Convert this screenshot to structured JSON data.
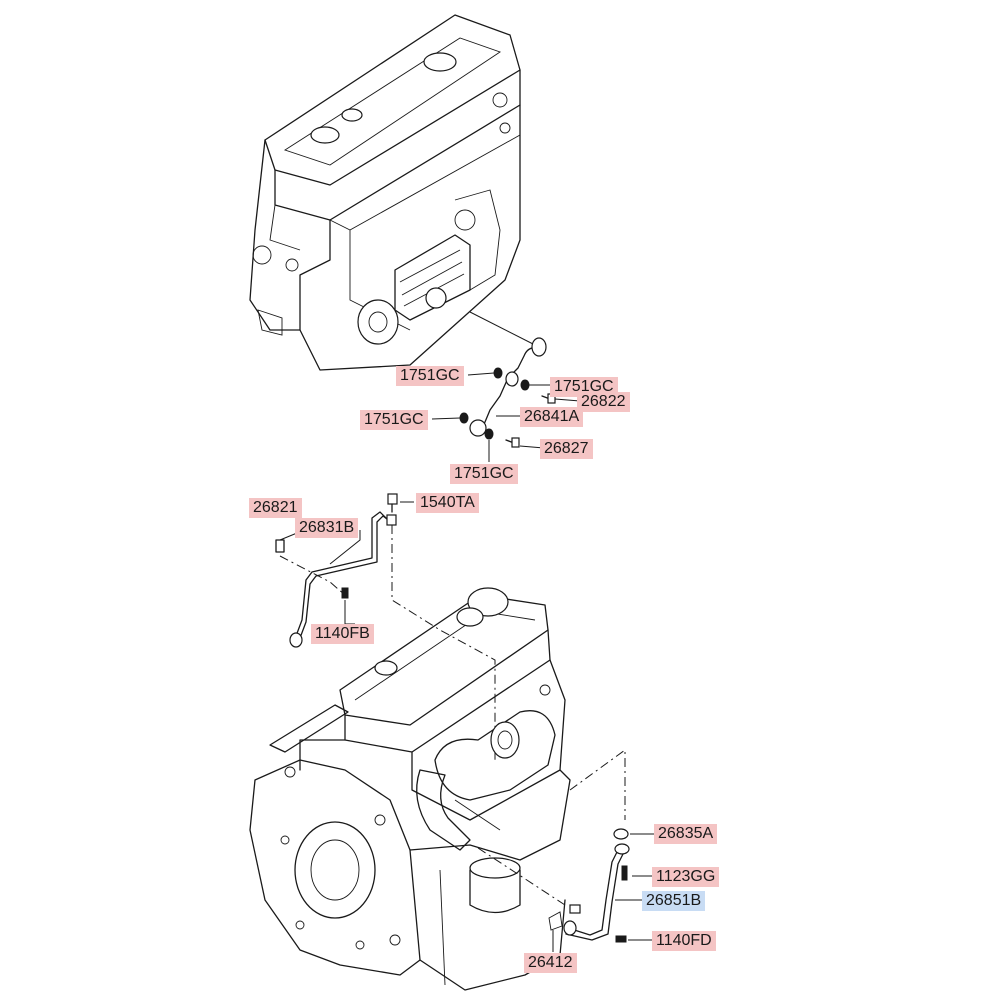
{
  "diagram": {
    "colors": {
      "label_highlight": "#f4c4c4",
      "label_selected": "#c8dcf4",
      "line": "#1a1a1a"
    },
    "upper_assembly": {
      "labels": {
        "gc_1": "1751GC",
        "gc_2": "1751GC",
        "part_26822": "26822",
        "gc_3": "1751GC",
        "part_26841a": "26841A",
        "part_26827": "26827",
        "gc_4": "1751GC"
      }
    },
    "lower_assembly": {
      "labels": {
        "part_26821": "26821",
        "part_1540ta": "1540TA",
        "part_26831b": "26831B",
        "part_1140fb": "1140FB",
        "part_26835a": "26835A",
        "part_1123gg": "1123GG",
        "part_26851b": "26851B",
        "part_1140fd": "1140FD",
        "part_26412": "26412"
      }
    }
  }
}
